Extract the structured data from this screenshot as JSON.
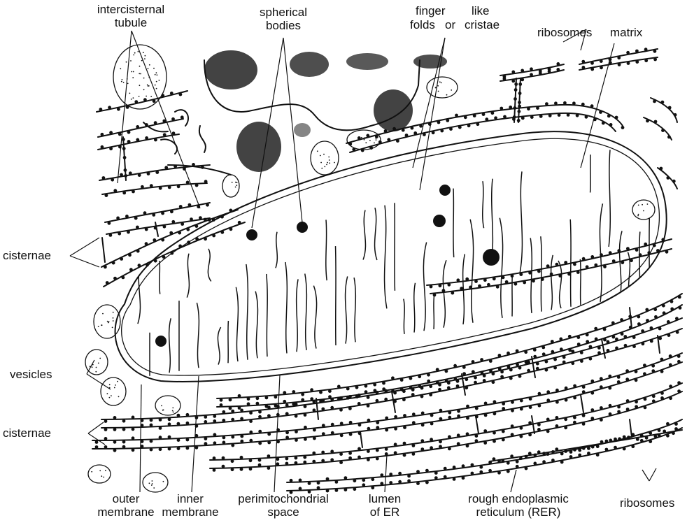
{
  "labels": {
    "intercisternal_tubule": [
      "intercisternal",
      "tubule"
    ],
    "spherical_bodies": [
      "spherical",
      "bodies"
    ],
    "finger_like_cristae": [
      "finger",
      "like",
      "folds",
      "or",
      "cristae"
    ],
    "ribosomes_top": "ribosomes",
    "matrix": "matrix",
    "cisternae_upper": "cisternae",
    "vesicles": "vesicles",
    "cisternae_lower": "cisternae",
    "outer_membrane": [
      "outer",
      "membrane"
    ],
    "inner_membrane": [
      "inner",
      "membrane"
    ],
    "perimitochondrial_space": [
      "perimitochondrial",
      "space"
    ],
    "lumen_of_er": [
      "lumen",
      "of ER"
    ],
    "rer": [
      "rough endoplasmic",
      "reticulum (RER)"
    ],
    "ribosomes_bottom": "ribosomes"
  },
  "colors": {
    "ink": "#111111",
    "background": "#ffffff"
  }
}
